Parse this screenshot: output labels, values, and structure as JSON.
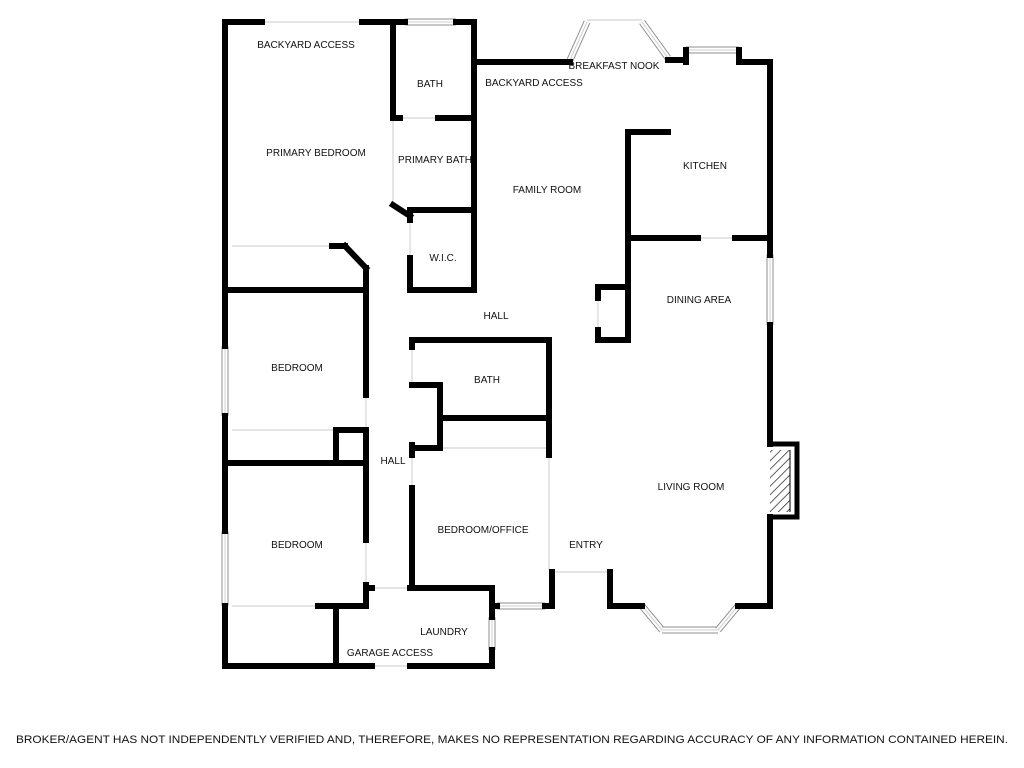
{
  "floor_plan": {
    "labels": {
      "backyard_access_primary": "BACKYARD ACCESS",
      "bath_primary": "BATH",
      "backyard_access_family": "BACKYARD ACCESS",
      "breakfast_nook": "BREAKFAST NOOK",
      "primary_bedroom": "PRIMARY BEDROOM",
      "primary_bath": "PRIMARY BATH",
      "family_room": "FAMILY ROOM",
      "kitchen": "KITCHEN",
      "wic": "W.I.C.",
      "dining_area": "DINING AREA",
      "hall_upper": "HALL",
      "bedroom_upper": "BEDROOM",
      "bath_hall": "BATH",
      "hall_lower": "HALL",
      "living_room": "LIVING ROOM",
      "bedroom_office": "BEDROOM/OFFICE",
      "bedroom_lower": "BEDROOM",
      "entry": "ENTRY",
      "laundry": "LAUNDRY",
      "garage_access": "GARAGE ACCESS"
    }
  },
  "disclaimer": "BROKER/AGENT HAS NOT INDEPENDENTLY VERIFIED AND, THEREFORE, MAKES NO REPRESENTATION REGARDING ACCURACY OF ANY INFORMATION CONTAINED HEREIN.",
  "colors": {
    "wall": "#000000",
    "window": "#8f8f8f",
    "background": "#ffffff"
  }
}
